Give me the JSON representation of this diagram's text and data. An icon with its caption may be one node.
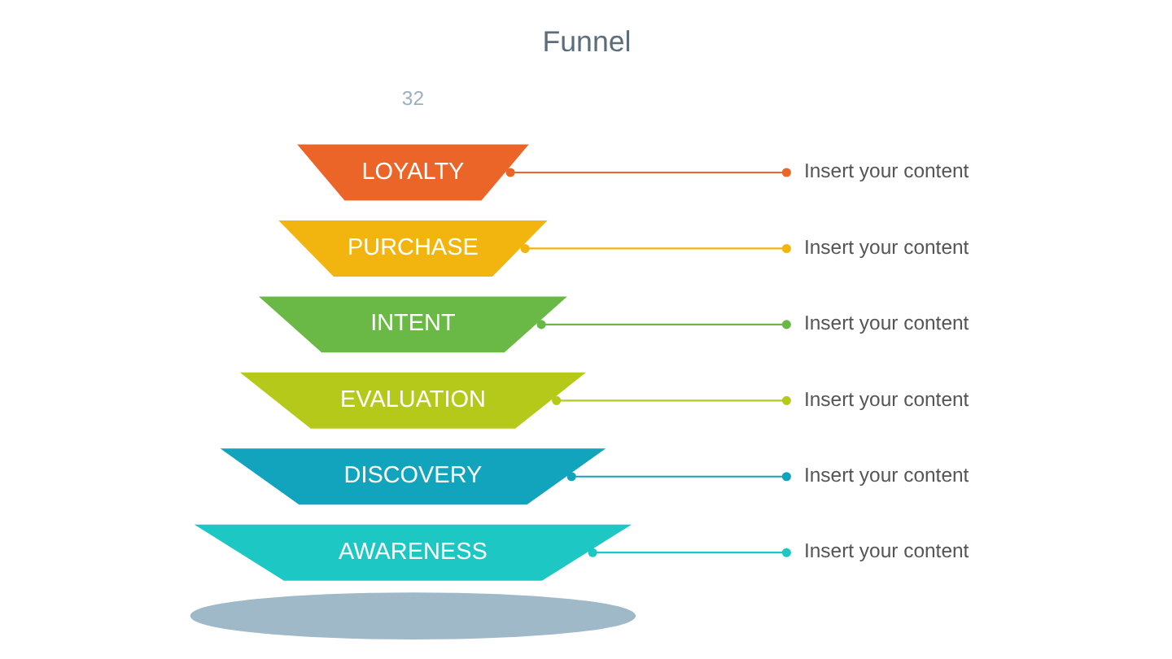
{
  "diagram": {
    "title": "Funnel",
    "nodes": [
      {
        "text": [],
        "shape": "ellipse"
      },
      {
        "text": [
          "AWARENESS"
        ]
      },
      {
        "text": [
          "DISCOVERY"
        ]
      },
      {
        "text": [
          "EVALUATION"
        ]
      },
      {
        "text": [
          "INTENT"
        ]
      },
      {
        "text": [
          "PURCHASE"
        ]
      },
      {
        "text": [
          "LOYALTY"
        ]
      },
      {
        "text": [
          "Insert your content"
        ]
      },
      {
        "text": [
          "Insert your content"
        ]
      },
      {
        "text": [
          "Insert your content"
        ]
      },
      {
        "text": [
          "Insert your content"
        ]
      },
      {
        "text": [
          "Insert your content"
        ]
      },
      {
        "text": [
          "Insert your content"
        ]
      }
    ],
    "edges": [
      {
        "from": 7,
        "to": 1,
        "arrow": "other",
        "color": "#1cc7c4"
      },
      {
        "from": 8,
        "to": 2,
        "arrow": "other",
        "color": "#12a3bd"
      },
      {
        "from": 9,
        "to": 3,
        "arrow": "other",
        "color": "#b5c91a"
      },
      {
        "from": 10,
        "to": 4,
        "arrow": "other",
        "color": "#6ab845"
      },
      {
        "from": 11,
        "to": 5,
        "arrow": "other",
        "color": "#f2b50f"
      },
      {
        "from": 12,
        "to": 6,
        "arrow": "other",
        "color": "#ec6528"
      }
    ],
    "labels": [
      "32"
    ]
  }
}
